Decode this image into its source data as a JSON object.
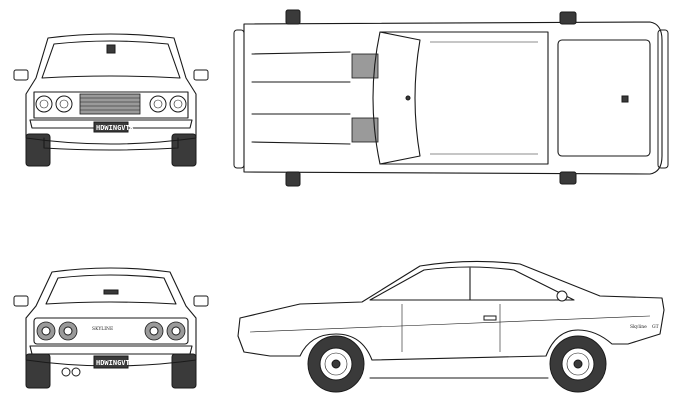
{
  "views": [
    {
      "id": "front",
      "label": ""
    },
    {
      "id": "top",
      "label": ""
    },
    {
      "id": "rear",
      "label": ""
    },
    {
      "id": "side",
      "label": ""
    }
  ],
  "plates": {
    "front_text": "HDWINGVTR",
    "rear_text": "HDWINGVTR"
  },
  "badges": {
    "rear_script": "SKYLINE",
    "side_script": "Skyline",
    "side_code": "GT"
  },
  "colors": {
    "line": "#1a1a1a",
    "tire": "#3a3a3a",
    "paper": "#ffffff"
  }
}
